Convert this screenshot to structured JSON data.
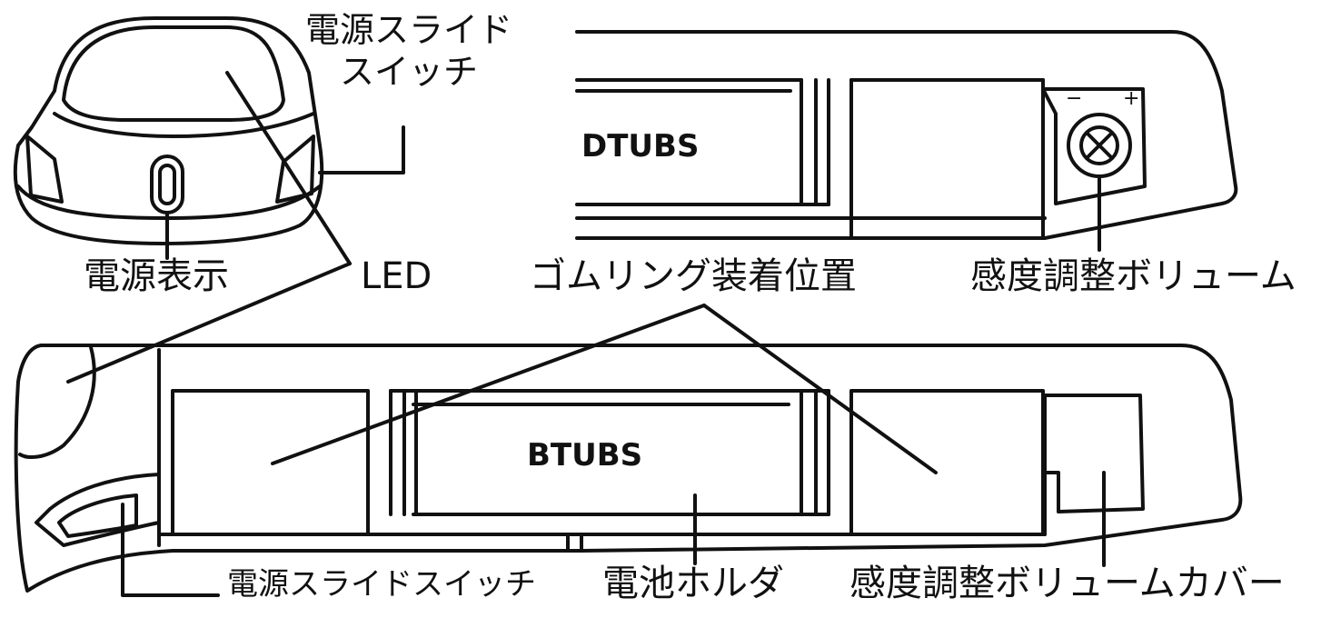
{
  "labels": {
    "power_slide_switch_top": [
      "電源スライド",
      "スイッチ"
    ],
    "power_indicator": "電源表示",
    "led": "LED",
    "rubber_ring_position": "ゴムリング装着位置",
    "sensitivity_volume": "感度調整ボリューム",
    "power_slide_switch_bottom": "電源スライドスイッチ",
    "battery_holder": "電池ホルダ",
    "sensitivity_volume_cover": "感度調整ボリュームカバー"
  },
  "device_text": {
    "brand_top": "DTUBS",
    "brand_bottom": "BTUBS",
    "volume_minus": "−",
    "volume_plus": "+"
  },
  "colors": {
    "line": "#111111",
    "background": "#ffffff"
  }
}
